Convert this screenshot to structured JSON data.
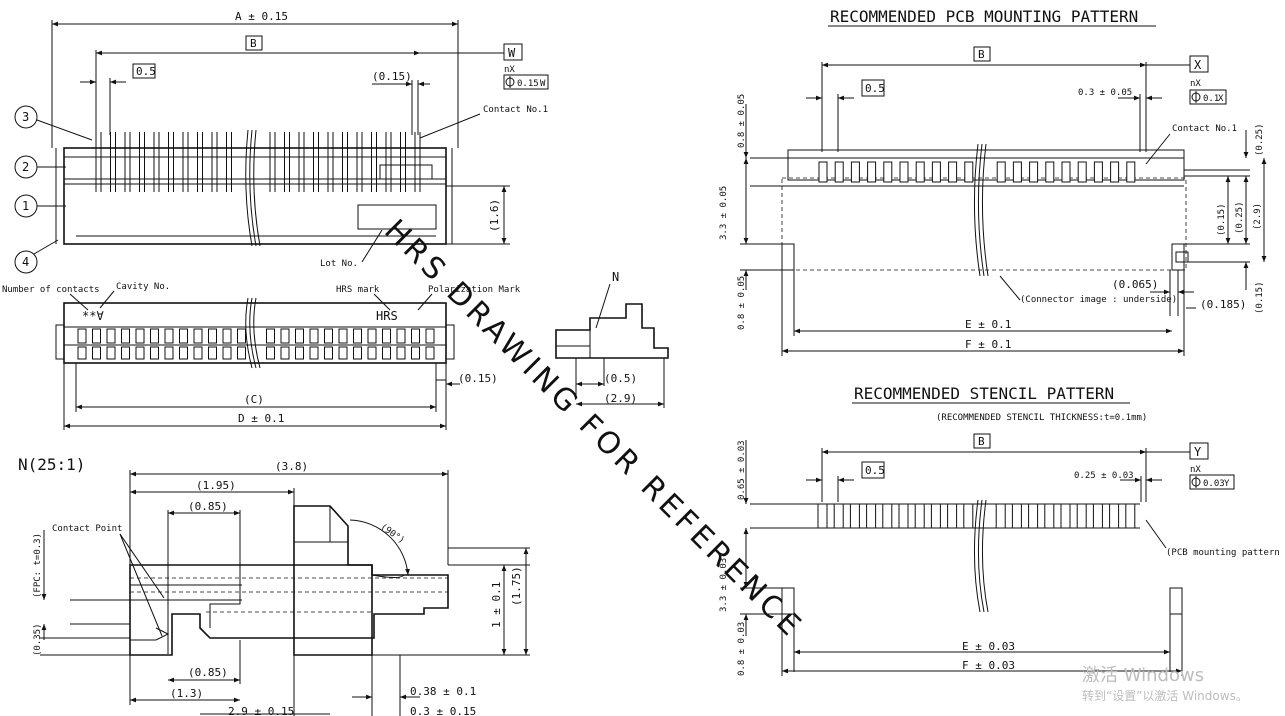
{
  "titles": {
    "pcb": "RECOMMENDED PCB MOUNTING PATTERN",
    "stencil": "RECOMMENDED STENCIL PATTERN",
    "stencil_note": "(RECOMMENDED STENCIL THICKNESS:t=0.1mm)",
    "detail": "N(25:1)"
  },
  "watermark": "HRS DRAWING FOR REFERENCE",
  "callouts": {
    "c1": "1",
    "c2": "2",
    "c3": "3",
    "c4": "4",
    "view_n": "N",
    "contact_no1": "Contact No.1",
    "contact_no1_pcb": "Contact No.1",
    "lot_no": "Lot No.",
    "number_of_contacts": "Number of contacts",
    "cavity_no": "Cavity No.",
    "hrs_mark": "HRS mark",
    "polarization_mark": "Polarization Mark",
    "marking_symbols": "**∀",
    "hrs_logo": "HRS",
    "connector_image": "(Connector image : underside)",
    "pcb_image": "(PCB mounting pattern image)",
    "contact_point": "Contact Point",
    "angle": "(90°)"
  },
  "frames": {
    "w": "W",
    "x": "X",
    "y": "Y",
    "nx": "nX",
    "w_tol": "0.15",
    "x_tol": "0.1",
    "y_tol": "0.03",
    "b": "B"
  },
  "dims": {
    "a": "A ± 0.15",
    "p05": "0.5",
    "d015": "(0.15)",
    "d16": "(1.6)",
    "c": "(C)",
    "d": "D ± 0.1",
    "side015": "(0.15)",
    "d05b": "(0.5)",
    "d29": "(2.9)",
    "d38": "(3.8)",
    "d195": "(1.95)",
    "d085": "(0.85)",
    "d085b": "(0.85)",
    "d13": "(1.3)",
    "d29b": "2.9 ± 0.15",
    "d038": "0.38 ± 0.1",
    "d03": "0.3 ± 0.15",
    "d175": "(1.75)",
    "d1": "1 ± 0.1",
    "fpc": "(FPC: t=0.3)",
    "d035": "(0.35)",
    "pcb_p05": "0.5",
    "pcb_03": "0.3 ± 0.05",
    "pcb_08a": "0.8 ± 0.05",
    "pcb_33": "3.3 ± 0.05",
    "pcb_08b": "0.8 ± 0.05",
    "pcb_025a": "(0.25)",
    "pcb_015a": "(0.15)",
    "pcb_025b": "(0.25)",
    "pcb_29": "(2.9)",
    "pcb_015b": "(0.15)",
    "pcb_0065": "(0.065)",
    "pcb_0185": "(0.185)",
    "pcb_e": "E ± 0.1",
    "pcb_f": "F ± 0.1",
    "st_p05": "0.5",
    "st_025": "0.25 ± 0.03",
    "st_065": "0.65 ± 0.03",
    "st_33": "3.3 ± 0.03",
    "st_08": "0.8 ± 0.03",
    "st_e": "E ± 0.03",
    "st_f": "F ± 0.03"
  },
  "windows_activation": {
    "line1": "激活 Windows",
    "line2": "转到“设置”以激活 Windows。"
  }
}
